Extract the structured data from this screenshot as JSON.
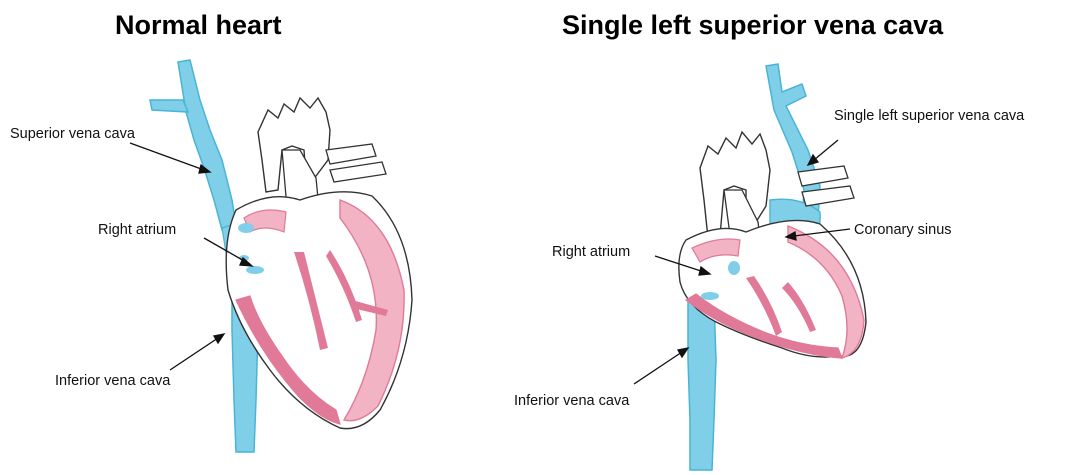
{
  "colors": {
    "vein_blue": "#7fcfe8",
    "vein_blue_dark": "#4ab4d6",
    "heart_pink": "#e07a98",
    "heart_pink_light": "#f2b3c4",
    "aorta_white": "#ffffff",
    "outline": "#333333"
  },
  "left_panel": {
    "title": "Normal heart",
    "labels": {
      "svc": "Superior vena cava",
      "right_atrium": "Right atrium",
      "ivc": "Inferior vena cava"
    }
  },
  "right_panel": {
    "title": "Single left superior vena cava",
    "labels": {
      "lsvc": "Single left superior vena cava",
      "coronary_sinus": "Coronary sinus",
      "right_atrium": "Right atrium",
      "ivc": "Inferior vena cava"
    }
  }
}
